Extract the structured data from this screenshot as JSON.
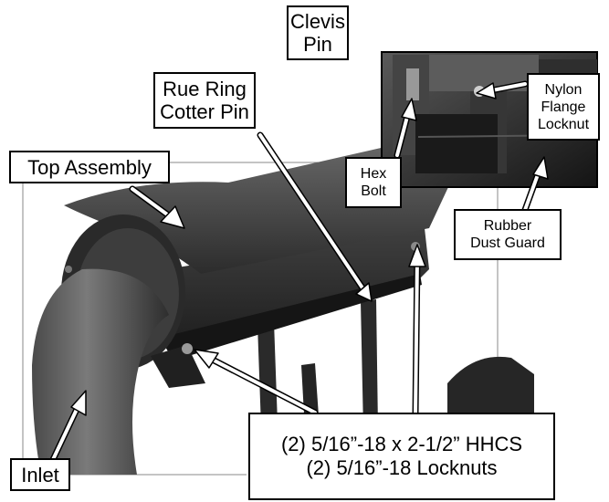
{
  "labels": {
    "clevis_pin": [
      "Clevis",
      "Pin"
    ],
    "rue_ring_cotter_pin": [
      "Rue Ring",
      "Cotter Pin"
    ],
    "top_assembly": [
      "Top Assembly"
    ],
    "nylon_flange_locknut": [
      "Nylon",
      "Flange",
      "Locknut"
    ],
    "hex_bolt": [
      "Hex",
      "Bolt"
    ],
    "rubber_dust_guard": [
      "Rubber",
      "Dust Guard"
    ],
    "inlet": [
      "Inlet"
    ],
    "hardware": [
      "(2) 5/16”-18 x 2-1/2” HHCS",
      "(2) 5/16”-18 Locknuts"
    ]
  },
  "colors": {
    "photo_background": "#ffffff",
    "housing": "#3b3b3b",
    "housing_dark": "#1e1e1e",
    "housing_light": "#6c6c6c",
    "inset_background": "#2a2a2a",
    "label_border": "#000000"
  }
}
